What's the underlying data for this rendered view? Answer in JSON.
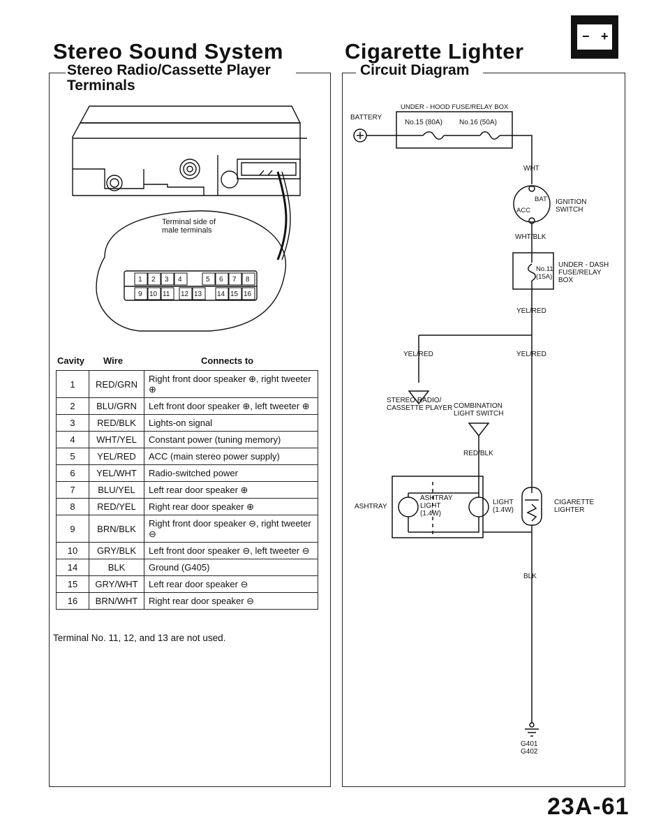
{
  "header": {
    "left_title": "Stereo Sound System",
    "right_title": "Cigarette Lighter",
    "left_subtitle": "Stereo Radio/Cassette Player\nTerminals",
    "right_subtitle": "Circuit Diagram"
  },
  "connector": {
    "caption": "Terminal side of\nmale terminals",
    "top_pins": [
      "1",
      "2",
      "3",
      "4",
      "5",
      "6",
      "7",
      "8"
    ],
    "bottom_pins": [
      "9",
      "10",
      "11",
      "12",
      "13",
      "14",
      "15",
      "16"
    ]
  },
  "table": {
    "headers": [
      "Cavity",
      "Wire",
      "Connects to"
    ],
    "rows": [
      {
        "cavity": "1",
        "wire": "RED/GRN",
        "connects": "Right front door speaker ⊕, right tweeter ⊕"
      },
      {
        "cavity": "2",
        "wire": "BLU/GRN",
        "connects": "Left front door speaker ⊕, left tweeter ⊕"
      },
      {
        "cavity": "3",
        "wire": "RED/BLK",
        "connects": "Lights-on signal"
      },
      {
        "cavity": "4",
        "wire": "WHT/YEL",
        "connects": "Constant power (tuning memory)"
      },
      {
        "cavity": "5",
        "wire": "YEL/RED",
        "connects": "ACC (main stereo power supply)"
      },
      {
        "cavity": "6",
        "wire": "YEL/WHT",
        "connects": "Radio-switched power"
      },
      {
        "cavity": "7",
        "wire": "BLU/YEL",
        "connects": "Left rear door speaker ⊕"
      },
      {
        "cavity": "8",
        "wire": "RED/YEL",
        "connects": "Right rear door speaker ⊕"
      },
      {
        "cavity": "9",
        "wire": "BRN/BLK",
        "connects": "Right front door speaker ⊖, right tweeter ⊖"
      },
      {
        "cavity": "10",
        "wire": "GRY/BLK",
        "connects": "Left front door speaker ⊖, left tweeter ⊖"
      },
      {
        "cavity": "14",
        "wire": "BLK",
        "connects": "Ground (G405)"
      },
      {
        "cavity": "15",
        "wire": "GRY/WHT",
        "connects": "Left rear door speaker ⊖"
      },
      {
        "cavity": "16",
        "wire": "BRN/WHT",
        "connects": "Right rear door speaker ⊖"
      }
    ],
    "footnote": "Terminal No. 11, 12, and 13 are not used."
  },
  "circuit": {
    "underhood_box": "UNDER - HOOD FUSE/RELAY BOX",
    "battery": "BATTERY",
    "fuse15": "No.15 (80A)",
    "fuse16": "No.16 (50A)",
    "wht": "WHT",
    "bat": "BAT",
    "acc": "ACC",
    "ignition_switch": "IGNITION\nSWITCH",
    "wht_blk": "WHT/BLK",
    "fuse11": "No.11\n(15A)",
    "underdash_box": "UNDER - DASH\nFUSE/RELAY\nBOX",
    "yel_red_1": "YEL/RED",
    "yel_red_2": "YEL/RED",
    "yel_red_3": "YEL/RED",
    "stereo": "STEREO RADIO/\nCASSETTE PLAYER",
    "combination_switch": "COMBINATION\nLIGHT SWITCH",
    "red_blk": "RED/BLK",
    "ashtray": "ASHTRAY",
    "ashtray_light": "ASHTRAY\nLIGHT\n(1.4W)",
    "light": "LIGHT\n(1.4W)",
    "cigarette_lighter": "CIGARETTE\nLIGHTER",
    "blk": "BLK",
    "ground": "G401\nG402"
  },
  "footer": {
    "page_number": "23A-61"
  }
}
